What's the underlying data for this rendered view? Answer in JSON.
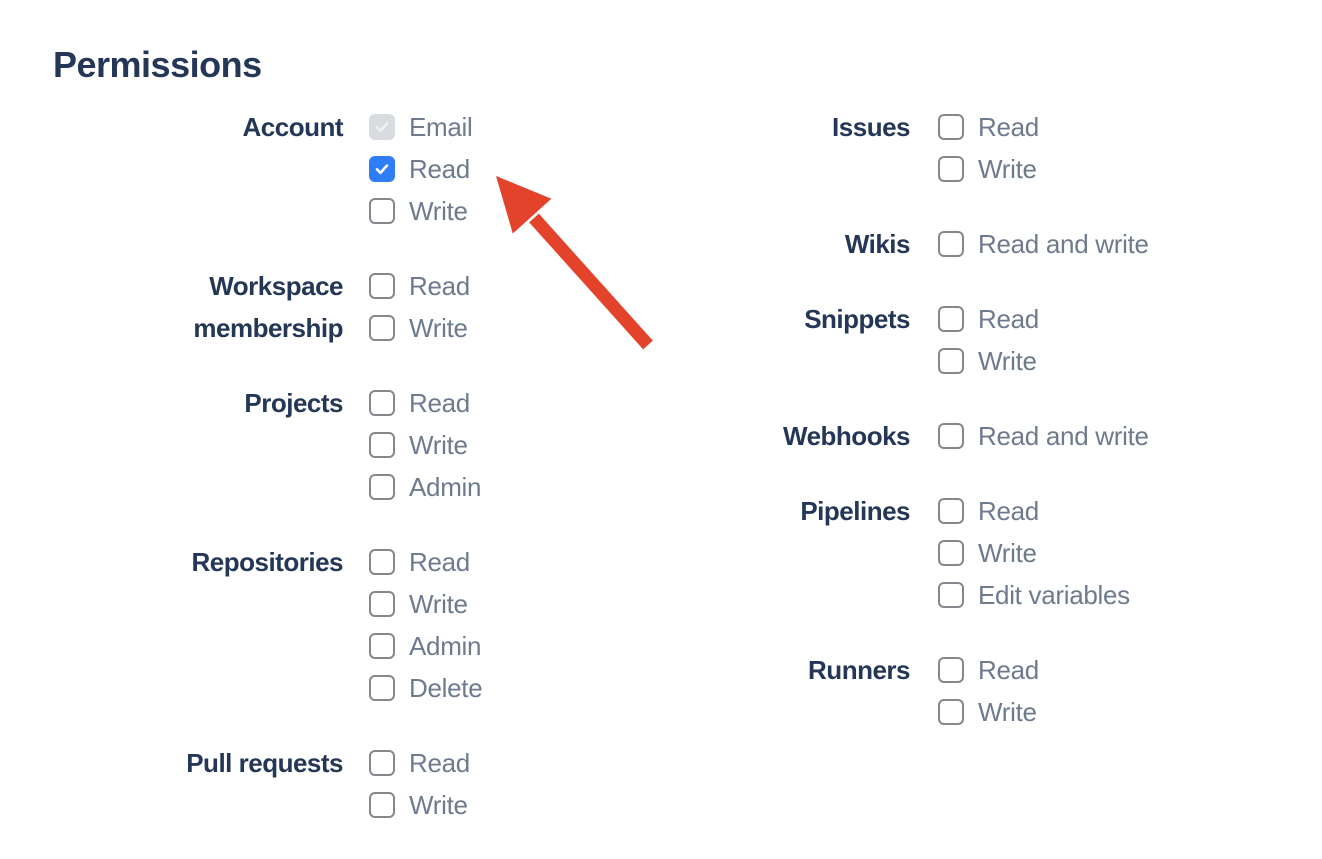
{
  "heading": "Permissions",
  "colors": {
    "heading_text": "#243757",
    "group_label_text": "#243757",
    "option_label_text": "#6E7B8E",
    "checkbox_checked_bg": "#2E7CF6",
    "checkbox_checked_mark": "#FFFFFF",
    "checkbox_disabled_bg": "#D8DBE0",
    "checkbox_disabled_mark": "#EFF0F2",
    "checkbox_border": "#84888D",
    "arrow": "#E3422B"
  },
  "left_column": [
    {
      "group": "Account",
      "options": [
        {
          "label": "Email",
          "state": "checked-disabled"
        },
        {
          "label": "Read",
          "state": "checked"
        },
        {
          "label": "Write",
          "state": "unchecked"
        }
      ]
    },
    {
      "group": "Workspace membership",
      "options": [
        {
          "label": "Read",
          "state": "unchecked"
        },
        {
          "label": "Write",
          "state": "unchecked"
        }
      ]
    },
    {
      "group": "Projects",
      "options": [
        {
          "label": "Read",
          "state": "unchecked"
        },
        {
          "label": "Write",
          "state": "unchecked"
        },
        {
          "label": "Admin",
          "state": "unchecked"
        }
      ]
    },
    {
      "group": "Repositories",
      "options": [
        {
          "label": "Read",
          "state": "unchecked"
        },
        {
          "label": "Write",
          "state": "unchecked"
        },
        {
          "label": "Admin",
          "state": "unchecked"
        },
        {
          "label": "Delete",
          "state": "unchecked"
        }
      ]
    },
    {
      "group": "Pull requests",
      "options": [
        {
          "label": "Read",
          "state": "unchecked"
        },
        {
          "label": "Write",
          "state": "unchecked"
        }
      ]
    }
  ],
  "right_column": [
    {
      "group": "Issues",
      "options": [
        {
          "label": "Read",
          "state": "unchecked"
        },
        {
          "label": "Write",
          "state": "unchecked"
        }
      ]
    },
    {
      "group": "Wikis",
      "options": [
        {
          "label": "Read and write",
          "state": "unchecked"
        }
      ]
    },
    {
      "group": "Snippets",
      "options": [
        {
          "label": "Read",
          "state": "unchecked"
        },
        {
          "label": "Write",
          "state": "unchecked"
        }
      ]
    },
    {
      "group": "Webhooks",
      "options": [
        {
          "label": "Read and write",
          "state": "unchecked"
        }
      ]
    },
    {
      "group": "Pipelines",
      "options": [
        {
          "label": "Read",
          "state": "unchecked"
        },
        {
          "label": "Write",
          "state": "unchecked"
        },
        {
          "label": "Edit variables",
          "state": "unchecked"
        }
      ]
    },
    {
      "group": "Runners",
      "options": [
        {
          "label": "Read",
          "state": "unchecked"
        },
        {
          "label": "Write",
          "state": "unchecked"
        }
      ]
    }
  ],
  "annotation": {
    "shape": "arrow",
    "points_at": "Account Read checkbox"
  }
}
